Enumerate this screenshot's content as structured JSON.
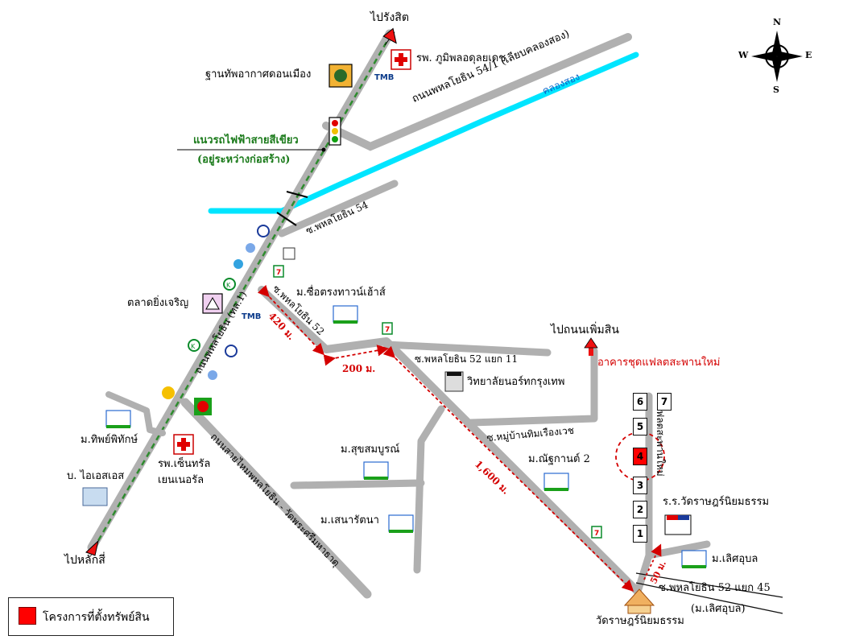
{
  "labels": {
    "to_rangsit": "ไปรังสิต",
    "hospital_bhumibol": "รพ. ภูมิพลอดุลยเดช",
    "airforce_base": "ฐานทัพอากาศดอนเมือง",
    "road_phahon_54_1": "ถนนพหลโยธิน 54/1 (เลียบคลองสอง)",
    "canal_2": "คลองสอง",
    "green_line": "แนวรถไฟฟ้าสายสีเขียว",
    "green_line_note": "(อยู่ระหว่างก่อสร้าง)",
    "soi_54": "ซ.พหลโยธิน 54",
    "market": "ตลาดยิ่งเจริญ",
    "village_chue_trong": "ม.ซื่อตรงทาวน์เฮ้าส์",
    "road_phahon_main": "ถนนพหลโยธิน (ทล.1)",
    "soi_52": "ซ.พหลโยธิน 52",
    "dist_420": "420 ม.",
    "dist_200": "200 ม.",
    "dist_1600": "1,600 ม.",
    "dist_50": "50 ม.",
    "to_phermsin": "ไปถนนเพิ่มสิน",
    "soi_52_11": "ซ.พหลโยธิน 52 แยก 11",
    "condo_project": "อาคารชุดแฟลตสะพานใหม่",
    "north_bangkok_college": "วิทยาลัยนอร์ทกรุงเทพ",
    "village_thip": "ม.ทิพย์พิทักษ์",
    "hospital_central": "รพ.เซ็นทรัล",
    "hospital_central_2": "เยนเนอรัล",
    "soi_mooban": "ซ.หมู่บ้านทิมเรืองเวช",
    "village_suksom": "ม.สุขสมบูรณ์",
    "village_nat_2": "ม.ณัฐกานต์ 2",
    "company_ios": "บ. ไอเอสเอส",
    "road_sai_mai": "ถนนสายไหมพหลโยธิน - วัดพระศรีมหาธาตุ",
    "village_sena": "ม.เสนารัตนา",
    "school_wat": "ร.ร.วัดราษฎร์นิยมธรรม",
    "soi_flat": "ซ.แฟลตสะพานใหม่",
    "village_lerd": "ม.เลิศอุบล",
    "soi_52_45": "ซ.พหลโยธิน 52 แยก 45",
    "soi_52_45_note": "(ม.เลิศอุบล)",
    "to_laksi": "ไปหลักสี่",
    "temple": "วัดราษฎร์นิยมธรรม"
  },
  "compass": {
    "n": "N",
    "s": "S",
    "e": "E",
    "w": "W"
  },
  "buildings": [
    "1",
    "2",
    "3",
    "4",
    "5",
    "6",
    "7"
  ],
  "target_building": "4",
  "legend": {
    "label": "โครงการที่ตั้งทรัพย์สิน"
  },
  "colors": {
    "road": "#b0b0b0",
    "canal": "#00e5ff",
    "rail": "#2e8b2e",
    "target": "#ff0000",
    "distance": "#d40000"
  }
}
